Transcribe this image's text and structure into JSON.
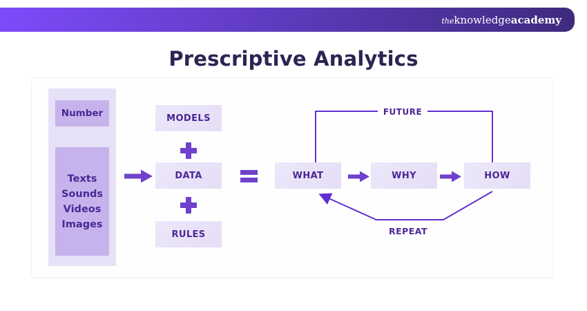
{
  "brand": {
    "prefix": "the",
    "name": "knowledge",
    "suffix": "academy"
  },
  "title": "Prescriptive Analytics",
  "diagram": {
    "sources": {
      "number": "Number",
      "media": [
        "Texts",
        "Sounds",
        "Videos",
        "Images"
      ]
    },
    "components": [
      "MODELS",
      "DATA",
      "RULES"
    ],
    "flow": [
      "WHAT",
      "WHY",
      "HOW"
    ],
    "loops": {
      "future": "FUTURE",
      "repeat": "REPEAT"
    }
  },
  "colors": {
    "header_gradient_start": "#7c4bfa",
    "header_gradient_end": "#3f2a7e",
    "title_text": "#2b2553",
    "container_fill": "#e7e1f8",
    "source_box_fill": "#c6b3ec",
    "light_box_fill": "#e9e3f8",
    "box_text": "#4b2795",
    "operator": "#6f41cc",
    "loop_line": "#6030cf"
  }
}
